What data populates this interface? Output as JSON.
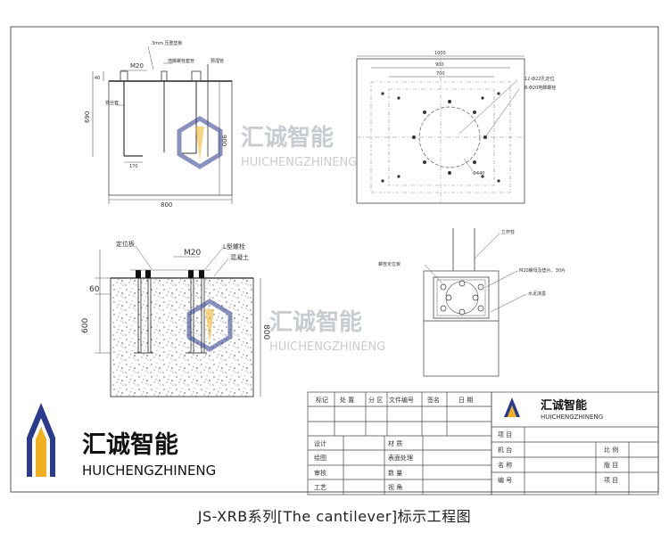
{
  "caption": "JS-XRB系列[The cantilever]标示工程图",
  "watermark": {
    "cn": "汇诚智能",
    "en": "HUICHENGZHINENG",
    "colors": {
      "blue": "#2a3a8c",
      "yellow": "#f2b01e",
      "gray": "#9aa3ad"
    }
  },
  "view_side": {
    "dims": {
      "m20": "M20",
      "d40": "40",
      "d690": "690",
      "d900": "900",
      "d170": "170",
      "d800": "800"
    },
    "notes": {
      "top_plate": "3mm 压重垫板",
      "bolt_sleeve": "地脚螺栓套管",
      "anchor": "铁丝套",
      "pipe": "预埋管"
    }
  },
  "view_plan": {
    "dims": {
      "w1000": "1000",
      "w900": "900",
      "w700": "700",
      "dia": "Φ440"
    },
    "notes": {
      "holes": "12-Φ22孔定位",
      "bolts": "8-Φ20地脚螺栓"
    }
  },
  "view_section": {
    "labels": {
      "plate": "定位板",
      "bolt": "L型螺栓",
      "m20": "M20",
      "concrete": "混凝土"
    },
    "dims": {
      "d60": "60",
      "d600": "600",
      "d800": "800"
    }
  },
  "view_detail": {
    "labels": {
      "column": "立杆柱",
      "flange": "螺栓定位板",
      "nut": "M20螺母及垫片，30片",
      "cement": "水泥沫墨"
    }
  },
  "title_block": {
    "header": [
      "标记",
      "处 置",
      "分 区",
      "文件编号",
      "签名",
      "日 期"
    ],
    "left_rows": [
      [
        "设计",
        "材 质"
      ],
      [
        "绘图",
        "表面处理"
      ],
      [
        "审核",
        "数 量"
      ],
      [
        "工艺",
        "视 角"
      ]
    ],
    "right_rows": [
      [
        "项 目",
        ""
      ],
      [
        "机 台",
        "比 例"
      ],
      [
        "名 称",
        "版 目"
      ],
      [
        "编 号",
        "项 目"
      ]
    ]
  }
}
